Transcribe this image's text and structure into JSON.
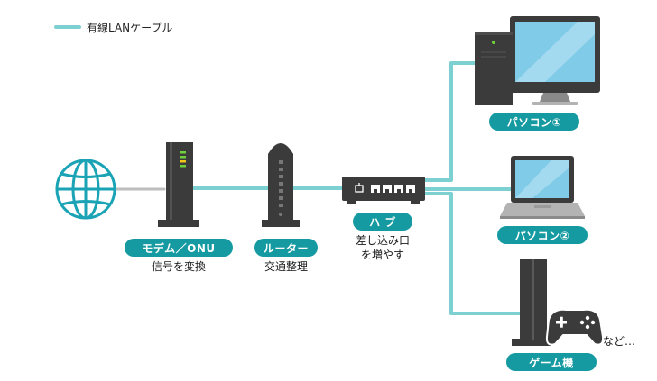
{
  "legend": {
    "label": "有線LANケーブル",
    "color": "#7dd0d2"
  },
  "colors": {
    "cable": "#7dd0d2",
    "cable_internet": "#bdbdbd",
    "globe": "#1aa3b5",
    "pill": "#149aa0",
    "device": "#3b3b3b",
    "screen": "#7fcbe8"
  },
  "devices": {
    "modem": {
      "label": "モデム／ONU",
      "caption": "信号を変換"
    },
    "router": {
      "label": "ルーター",
      "caption": "交通整理"
    },
    "hub": {
      "label": "ハ ブ",
      "caption_line1": "差し込み口",
      "caption_line2": "を増やす"
    },
    "pc1": {
      "label": "パソコン①"
    },
    "pc2": {
      "label": "パソコン②"
    },
    "console": {
      "label": "ゲーム機",
      "extra": "など…"
    }
  },
  "icons": [
    "globe-icon",
    "modem-icon",
    "router-icon",
    "hub-icon",
    "desktop-pc-icon",
    "laptop-icon",
    "game-console-icon",
    "gamepad-icon"
  ]
}
